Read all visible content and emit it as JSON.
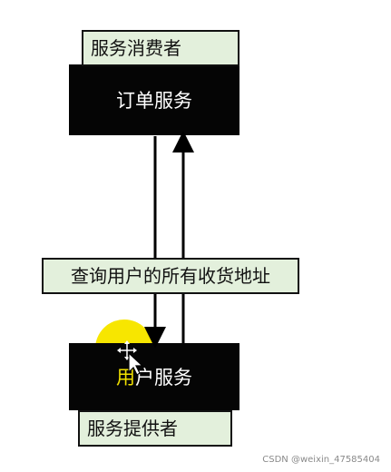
{
  "diagram": {
    "consumer_label": "服务消费者",
    "order_service": "订单服务",
    "query_label": "查询用户的所有收货地址",
    "user_service_first": "用",
    "user_service_rest": "户服务",
    "provider_label": "服务提供者"
  },
  "watermark": "CSDN @weixin_47585404",
  "colors": {
    "label_bg": "#e3f0dc",
    "service_bg": "#050505",
    "highlight": "#f1e100"
  }
}
